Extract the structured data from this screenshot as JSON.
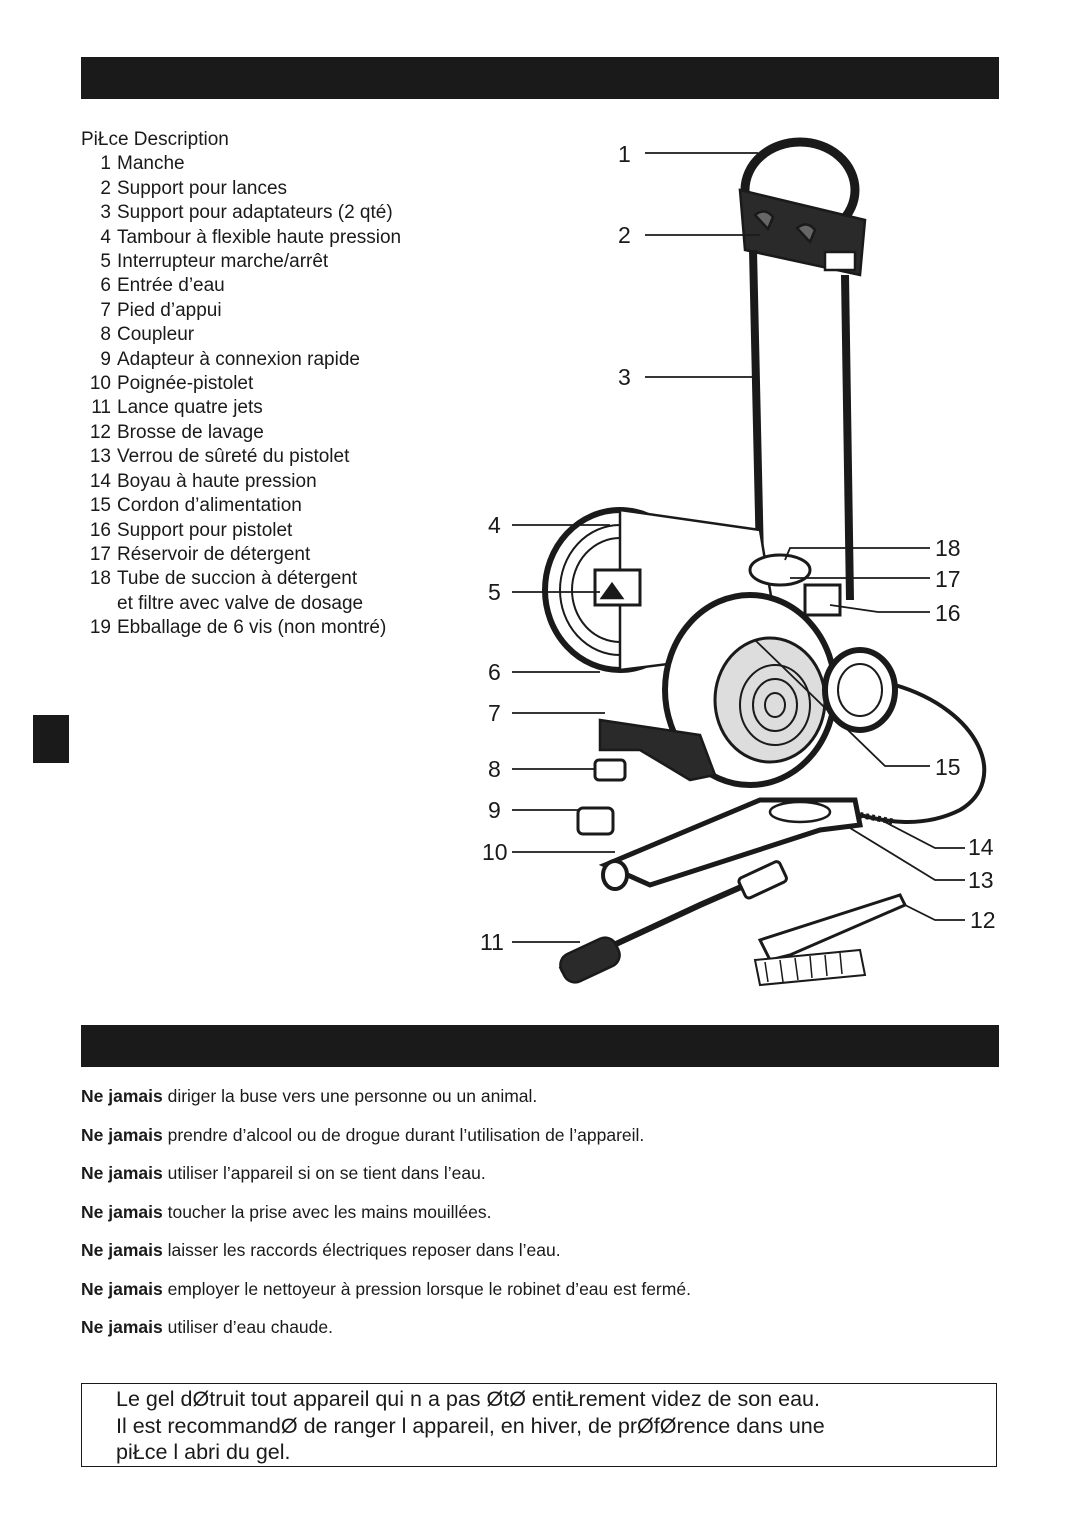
{
  "parts_list": {
    "header": "PiŁce   Description",
    "items": [
      {
        "num": "1",
        "label": "Manche"
      },
      {
        "num": "2",
        "label": "Support pour lances"
      },
      {
        "num": "3",
        "label": "Support pour adaptateurs (2 qté)"
      },
      {
        "num": "4",
        "label": "Tambour à flexible haute pression"
      },
      {
        "num": "5",
        "label": "Interrupteur marche/arrêt"
      },
      {
        "num": "6",
        "label": "Entrée d’eau"
      },
      {
        "num": "7",
        "label": "Pied d’appui"
      },
      {
        "num": "8",
        "label": "Coupleur"
      },
      {
        "num": "9",
        "label": "Adapteur à connexion rapide"
      },
      {
        "num": "10",
        "label": "Poignée-pistolet"
      },
      {
        "num": "11",
        "label": "Lance quatre jets"
      },
      {
        "num": "12",
        "label": "Brosse de lavage"
      },
      {
        "num": "13",
        "label": "Verrou de sûreté du pistolet"
      },
      {
        "num": "14",
        "label": "Boyau à haute pression"
      },
      {
        "num": "15",
        "label": "Cordon d’alimentation"
      },
      {
        "num": "16",
        "label": "Support pour pistolet"
      },
      {
        "num": "17",
        "label": "Réservoir de détergent"
      },
      {
        "num": "18",
        "label": "Tube de succion à détergent"
      },
      {
        "num": "",
        "label": "et filtre avec valve de dosage"
      },
      {
        "num": "19",
        "label": "Ebballage de 6 vis (non montré)"
      }
    ]
  },
  "callouts": {
    "c1": "1",
    "c2": "2",
    "c3": "3",
    "c4": "4",
    "c5": "5",
    "c6": "6",
    "c7": "7",
    "c8": "8",
    "c9": "9",
    "c10": "10",
    "c11": "11",
    "c12": "12",
    "c13": "13",
    "c14": "14",
    "c15": "15",
    "c16": "16",
    "c17": "17",
    "c18": "18"
  },
  "warnings": {
    "lead": "Ne jamais",
    "items": [
      "diriger la buse vers une personne ou un animal.",
      "prendre d’alcool ou de drogue durant l’utilisation de l’appareil.",
      "utiliser l’appareil si on se tient dans l’eau.",
      "toucher la prise avec les mains mouillées.",
      "laisser les raccords électriques reposer dans l’eau.",
      "employer le nettoyeur à pression lorsque le robinet d’eau est fermé.",
      "utiliser d’eau chaude."
    ]
  },
  "notice": {
    "line1": "Le gel dØtruit tout appareil qui n a pas ØtØ entiŁrement videz de son eau.",
    "line2": "Il est recommandØ de ranger l appareil, en hiver, de prØfØrence dans une",
    "line3": "piŁce   l abri du gel."
  }
}
